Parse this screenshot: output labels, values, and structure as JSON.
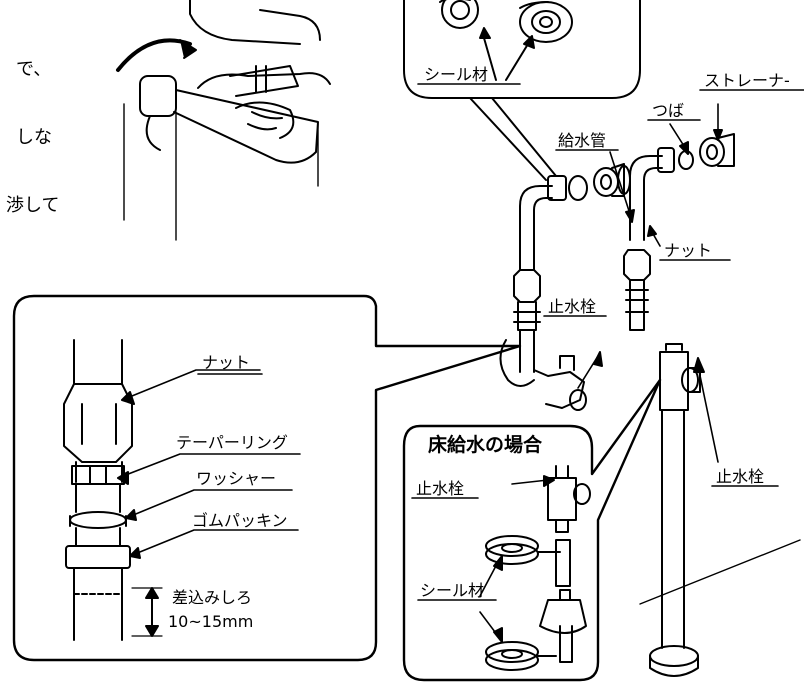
{
  "intro_text_fragments": [
    "で、",
    "しな",
    "渉して"
  ],
  "labels": {
    "seal_top": "シール材",
    "strainer": "ストレーナ-",
    "tsuba": "つば",
    "supply_pipe": "給水管",
    "nut_right": "ナット",
    "stop_valve_middle": "止水栓",
    "stop_valve_right": "止水栓"
  },
  "detail": {
    "nut": "ナット",
    "taper_ring": "テーパーリング",
    "washer": "ワッシャー",
    "rubber_packing": "ゴムパッキン",
    "insertion_label": "差込みしろ",
    "insertion_range": "10~15mm"
  },
  "floor_box": {
    "title": "床給水の場合",
    "stop_valve": "止水栓",
    "seal": "シール材"
  }
}
